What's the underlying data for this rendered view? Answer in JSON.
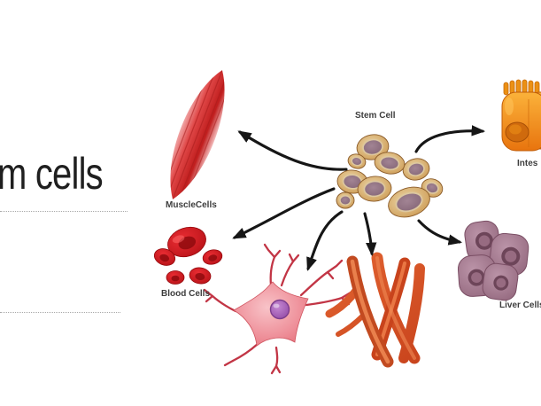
{
  "slide": {
    "title_fragment": "m cells"
  },
  "diagram": {
    "labels": {
      "stem_cell": "Stem Cell",
      "muscle": "MuscleCells",
      "blood": "Blood Cells",
      "liver": "Liver Cells",
      "intestinal_fragment": "Intes"
    },
    "colors": {
      "background": "#ffffff",
      "arrow": "#161616",
      "muscle_red": "#cc2222",
      "blood_red": "#c8161d",
      "neuron_pink": "#ee8e98",
      "neuron_nucleus": "#9b59b0",
      "fiber_orange": "#d8572b",
      "liver_mauve": "#a3798f",
      "intestinal_orange": "#f29b1d",
      "stem_cell_tan": "#c89858",
      "stem_cell_nucleus": "#8d6f80",
      "label_text": "#3d3d3d",
      "title_text": "#1f1f1f",
      "dotted_line": "#a9a9a9"
    }
  }
}
